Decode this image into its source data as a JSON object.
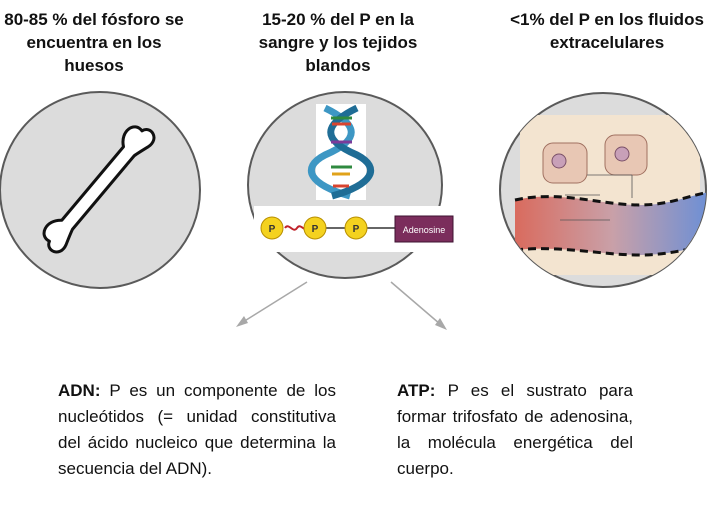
{
  "headers": {
    "bone": "80-85 % del fósforo se encuentra en los huesos",
    "blood": "15-20 % del P en la sangre y los tejidos blandos",
    "fluids": "<1% del P en los fluidos extracelulares"
  },
  "atp_chain": {
    "phosphate_labels": [
      "P",
      "P",
      "P"
    ],
    "adenosine_label": "Adenosine"
  },
  "descriptions": {
    "adn_lead": "ADN:",
    "adn_text": " P es un componente de los nucleótidos (= unidad constitutiva del ácido nucleico que determina la secuencia del ADN).",
    "atp_lead": "ATP:",
    "atp_text": " P es el sustrato para formar trifosfato de adenosina, la molécula energética del cuerpo."
  },
  "colors": {
    "circle_fill": "#dcdcdc",
    "circle_stroke": "#5a5a5a",
    "phosphate_fill": "#f4d21f",
    "adenosine_fill": "#7b2d5c",
    "arrow": "#a8a8a8"
  }
}
